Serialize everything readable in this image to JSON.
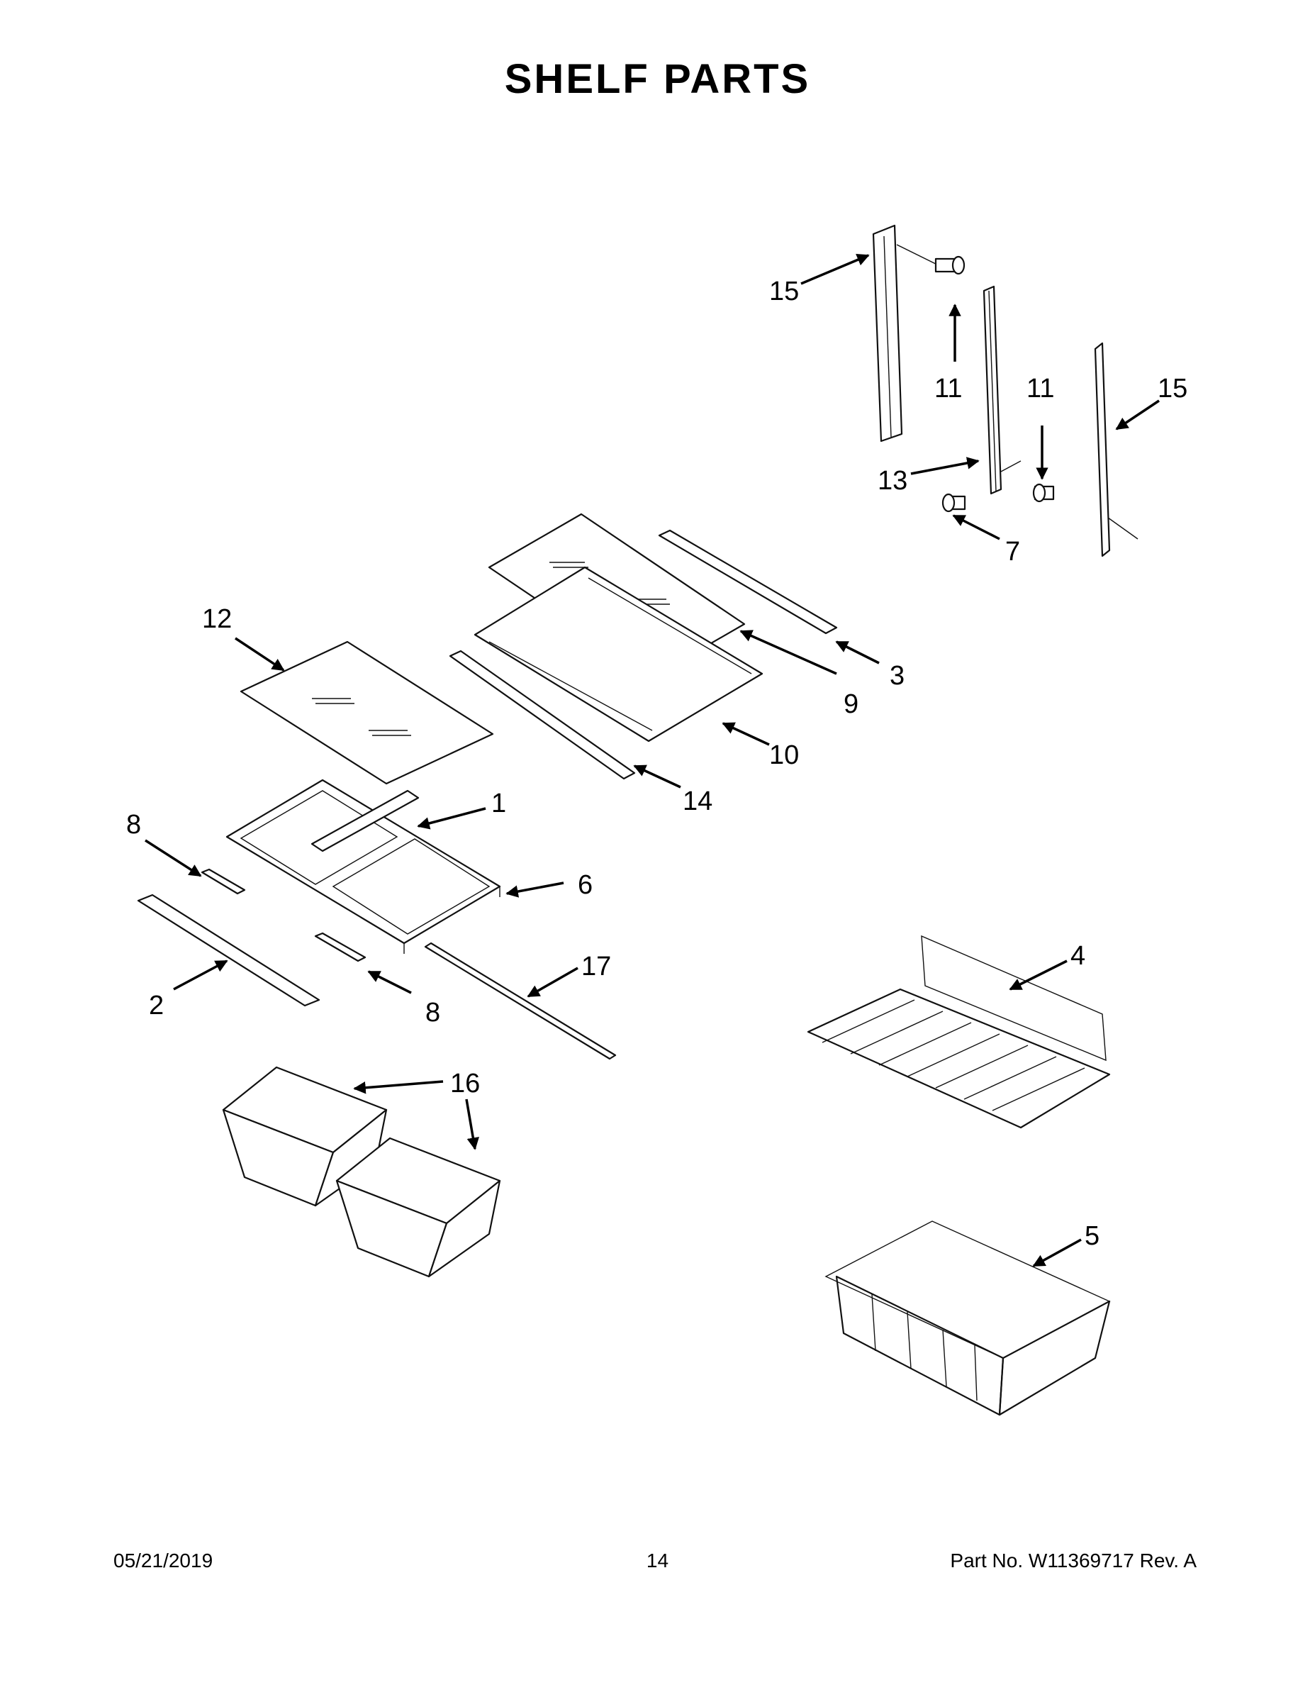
{
  "title": "SHELF PARTS",
  "callouts": {
    "c1": "1",
    "c2": "2",
    "c3": "3",
    "c4": "4",
    "c5": "5",
    "c6": "6",
    "c7": "7",
    "c8a": "8",
    "c8b": "8",
    "c9": "9",
    "c10": "10",
    "c11a": "11",
    "c11b": "11",
    "c12": "12",
    "c13": "13",
    "c14": "14",
    "c15a": "15",
    "c15b": "15",
    "c16": "16",
    "c17": "17"
  },
  "footer": {
    "date": "05/21/2019",
    "page": "14",
    "part_no": "Part No.  W11369717  Rev.  A"
  }
}
